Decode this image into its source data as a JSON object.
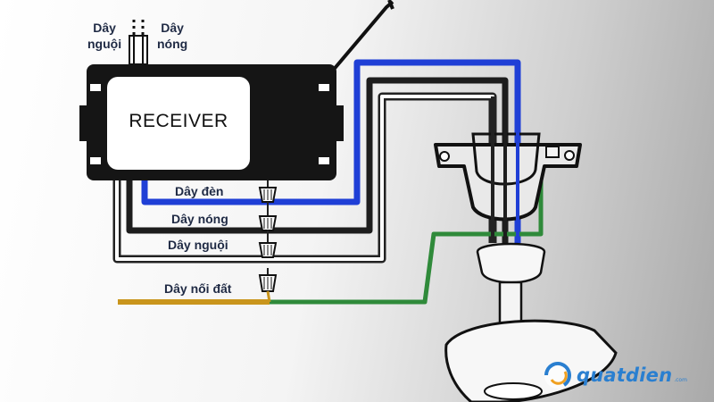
{
  "labels": {
    "neutral_top": [
      "Dây",
      "nguội"
    ],
    "hot_top": [
      "Dây",
      "nóng"
    ],
    "receiver": "RECEIVER",
    "light_wire": "Dây đèn",
    "hot_wire": "Dây nóng",
    "neutral_wire": "Dây nguội",
    "ground_wire": "Dây nối đất"
  },
  "brand": {
    "name": "quatdien",
    "suffix": ".com"
  },
  "colors": {
    "light_wire": "#1f3fd6",
    "hot_wire": "#222222",
    "neutral_wire": "#222222",
    "ground_wire": "#c9951c",
    "fan_ground": "#2f8a3a",
    "label_text": "#1f2a44",
    "brand": "#2a7fd0",
    "brand_accent": "#f0a020"
  }
}
